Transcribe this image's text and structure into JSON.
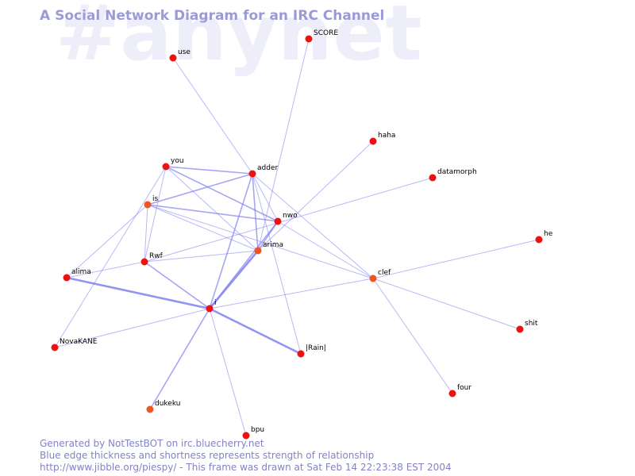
{
  "watermark": "#anynet",
  "title": "A Social Network Diagram for an IRC Channel",
  "colors": {
    "background": "#ffffff",
    "edge": "#8080f0",
    "node_red": "#ee1111",
    "node_orange": "#ee5522",
    "title": "#9a9ad6",
    "watermark": "#eeeefb",
    "footer": "#8282c8"
  },
  "nodes": [
    {
      "id": "SCORE",
      "label": "SCORE",
      "color": "red"
    },
    {
      "id": "use",
      "label": "use",
      "color": "red"
    },
    {
      "id": "haha",
      "label": "haha",
      "color": "red"
    },
    {
      "id": "you",
      "label": "you",
      "color": "red"
    },
    {
      "id": "adder",
      "label": "adder",
      "color": "red"
    },
    {
      "id": "datamorph",
      "label": "datamorph",
      "color": "red"
    },
    {
      "id": "is",
      "label": "is",
      "color": "orange"
    },
    {
      "id": "nwo",
      "label": "nwo",
      "color": "red"
    },
    {
      "id": "he",
      "label": "he",
      "color": "red"
    },
    {
      "id": "arima",
      "label": "arima",
      "color": "orange"
    },
    {
      "id": "Rwf",
      "label": "Rwf",
      "color": "red"
    },
    {
      "id": "alima",
      "label": "alima",
      "color": "red"
    },
    {
      "id": "clef",
      "label": "clef",
      "color": "orange"
    },
    {
      "id": "i",
      "label": "i",
      "color": "red"
    },
    {
      "id": "shit",
      "label": "shit",
      "color": "red"
    },
    {
      "id": "NovaKANE",
      "label": "NovaKANE",
      "color": "red"
    },
    {
      "id": "Rain",
      "label": "|Rain|",
      "color": "red"
    },
    {
      "id": "four",
      "label": "four",
      "color": "red"
    },
    {
      "id": "dukeku",
      "label": "dukeku",
      "color": "orange"
    },
    {
      "id": "bpu",
      "label": "bpu",
      "color": "red"
    }
  ],
  "edges": [
    {
      "source": "use",
      "target": "adder",
      "strength": 1
    },
    {
      "source": "SCORE",
      "target": "arima",
      "strength": 1
    },
    {
      "source": "haha",
      "target": "arima",
      "strength": 1
    },
    {
      "source": "datamorph",
      "target": "Rwf",
      "strength": 1
    },
    {
      "source": "he",
      "target": "clef",
      "strength": 1
    },
    {
      "source": "clef",
      "target": "shit",
      "strength": 1
    },
    {
      "source": "clef",
      "target": "four",
      "strength": 1
    },
    {
      "source": "clef",
      "target": "i",
      "strength": 1
    },
    {
      "source": "clef",
      "target": "adder",
      "strength": 1
    },
    {
      "source": "clef",
      "target": "is",
      "strength": 1
    },
    {
      "source": "clef",
      "target": "nwo",
      "strength": 1
    },
    {
      "source": "you",
      "target": "adder",
      "strength": 2
    },
    {
      "source": "you",
      "target": "nwo",
      "strength": 2
    },
    {
      "source": "you",
      "target": "arima",
      "strength": 1
    },
    {
      "source": "you",
      "target": "Rwf",
      "strength": 1
    },
    {
      "source": "you",
      "target": "NovaKANE",
      "strength": 1
    },
    {
      "source": "is",
      "target": "adder",
      "strength": 2
    },
    {
      "source": "is",
      "target": "nwo",
      "strength": 2
    },
    {
      "source": "is",
      "target": "arima",
      "strength": 1
    },
    {
      "source": "is",
      "target": "Rwf",
      "strength": 1
    },
    {
      "source": "is",
      "target": "alima",
      "strength": 1
    },
    {
      "source": "adder",
      "target": "nwo",
      "strength": 1
    },
    {
      "source": "adder",
      "target": "arima",
      "strength": 2
    },
    {
      "source": "adder",
      "target": "i",
      "strength": 2
    },
    {
      "source": "adder",
      "target": "Rain",
      "strength": 1
    },
    {
      "source": "nwo",
      "target": "arima",
      "strength": 2
    },
    {
      "source": "nwo",
      "target": "i",
      "strength": 2
    },
    {
      "source": "arima",
      "target": "i",
      "strength": 3
    },
    {
      "source": "arima",
      "target": "Rwf",
      "strength": 1
    },
    {
      "source": "Rwf",
      "target": "alima",
      "strength": 1
    },
    {
      "source": "Rwf",
      "target": "i",
      "strength": 2
    },
    {
      "source": "alima",
      "target": "i",
      "strength": 3
    },
    {
      "source": "i",
      "target": "Rain",
      "strength": 3
    },
    {
      "source": "i",
      "target": "NovaKANE",
      "strength": 1
    },
    {
      "source": "i",
      "target": "dukeku",
      "strength": 2
    },
    {
      "source": "i",
      "target": "bpu",
      "strength": 1
    }
  ],
  "footer": {
    "line1": "Generated by NotTestBOT on irc.bluecherry.net",
    "line2": "Blue edge thickness and shortness represents strength of relationship",
    "line3": "http://www.jibble.org/piespy/ - This frame was drawn at Sat Feb 14 22:23:38 EST 2004"
  }
}
